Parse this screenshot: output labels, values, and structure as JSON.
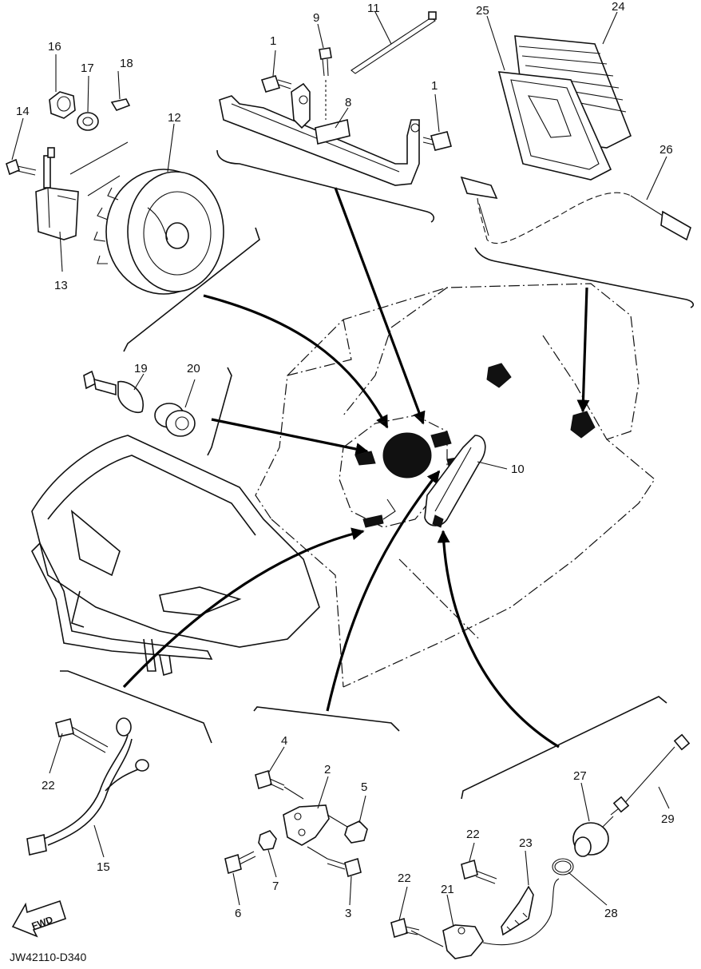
{
  "diagram": {
    "drawing_code": "JW42110-D340",
    "fwd_label": "FWD",
    "callouts": [
      "1",
      "1",
      "2",
      "3",
      "4",
      "5",
      "6",
      "7",
      "8",
      "9",
      "10",
      "11",
      "12",
      "13",
      "14",
      "15",
      "16",
      "17",
      "18",
      "19",
      "20",
      "21",
      "22",
      "22",
      "22",
      "23",
      "24",
      "25",
      "26",
      "27",
      "28",
      "29"
    ]
  }
}
